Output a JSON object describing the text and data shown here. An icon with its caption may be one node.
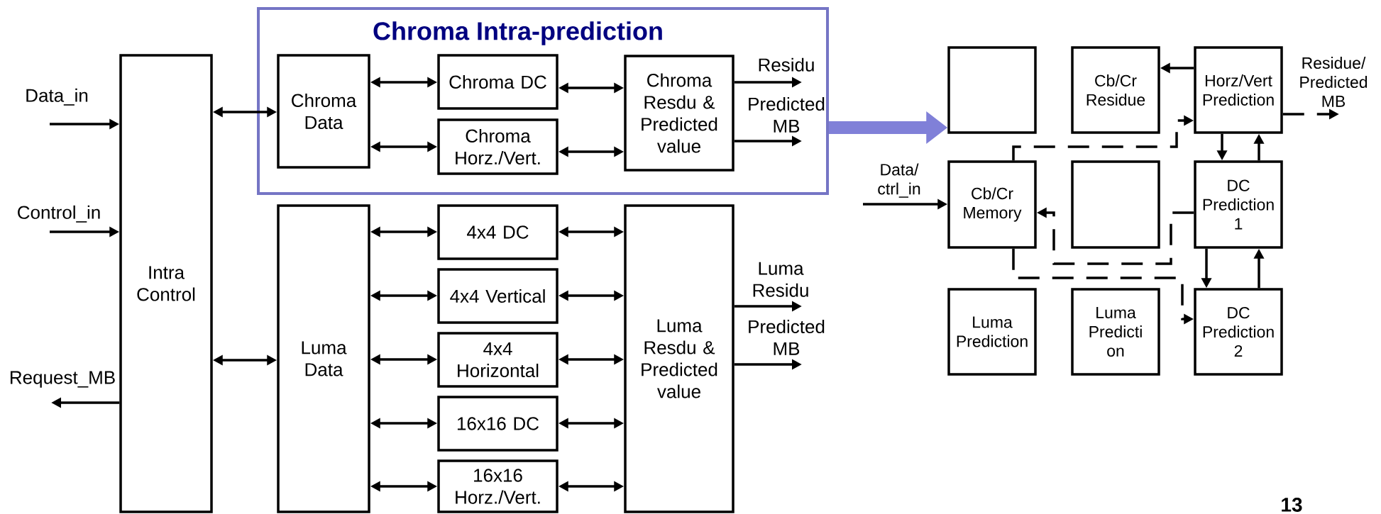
{
  "diagram": {
    "nodes": [
      {
        "text": [
          "Intra Control"
        ]
      },
      {
        "text": [
          "Chroma Intra-prediction"
        ]
      },
      {
        "text": [
          "Chroma Data"
        ],
        "in": 1
      },
      {
        "text": [
          "Chroma DC"
        ],
        "in": 1
      },
      {
        "text": [
          "Chroma Horz./Vert."
        ],
        "in": 1
      },
      {
        "text": [
          "Chroma Resdu & Predicted value"
        ],
        "in": 1
      },
      {
        "text": [
          "Luma Data"
        ]
      },
      {
        "text": [
          "4x4 DC"
        ]
      },
      {
        "text": [
          "4x4 Vertical"
        ]
      },
      {
        "text": [
          "4x4 Horizontal"
        ]
      },
      {
        "text": [
          "16x16 DC"
        ]
      },
      {
        "text": [
          "16x16 Horz./Vert."
        ]
      },
      {
        "text": [
          "Luma Resdu & Predicted value"
        ]
      },
      {
        "text": [],
        "shape": "box"
      },
      {
        "text": [
          "Cb/Cr Residue"
        ]
      },
      {
        "text": [
          "Horz/Vert Prediction"
        ]
      },
      {
        "text": [
          "Cb/Cr Memory"
        ]
      },
      {
        "text": [],
        "shape": "box"
      },
      {
        "text": [
          "DC Prediction 1"
        ]
      },
      {
        "text": [
          "Luma Prediction"
        ]
      },
      {
        "text": [
          "Luma Predicti on"
        ]
      },
      {
        "text": [
          "DC Prediction 2"
        ]
      }
    ],
    "edges": [
      {
        "from": null,
        "to": 0,
        "arrow": "to",
        "label": "Data_in"
      },
      {
        "from": null,
        "to": 0,
        "arrow": "to",
        "label": "Control_in"
      },
      {
        "from": 0,
        "to": null,
        "arrow": "to",
        "label": "Request_MB"
      },
      {
        "from": 0,
        "to": 2,
        "arrow": "both"
      },
      {
        "from": 2,
        "to": 3,
        "arrow": "both"
      },
      {
        "from": 2,
        "to": 4,
        "arrow": "both"
      },
      {
        "from": 3,
        "to": 5,
        "arrow": "both"
      },
      {
        "from": 4,
        "to": 5,
        "arrow": "both"
      },
      {
        "from": 5,
        "to": null,
        "arrow": "to",
        "label": "Residu"
      },
      {
        "from": 5,
        "to": null,
        "arrow": "to",
        "label": "Predicted MB"
      },
      {
        "from": 0,
        "to": 6,
        "arrow": "both"
      },
      {
        "from": 6,
        "to": 7,
        "arrow": "both"
      },
      {
        "from": 6,
        "to": 8,
        "arrow": "both"
      },
      {
        "from": 6,
        "to": 9,
        "arrow": "both"
      },
      {
        "from": 6,
        "to": 10,
        "arrow": "both"
      },
      {
        "from": 6,
        "to": 11,
        "arrow": "both"
      },
      {
        "from": 7,
        "to": 12,
        "arrow": "both"
      },
      {
        "from": 8,
        "to": 12,
        "arrow": "both"
      },
      {
        "from": 9,
        "to": 12,
        "arrow": "both"
      },
      {
        "from": 10,
        "to": 12,
        "arrow": "both"
      },
      {
        "from": 11,
        "to": 12,
        "arrow": "both"
      },
      {
        "from": 12,
        "to": null,
        "arrow": "to",
        "label": "Luma Residu"
      },
      {
        "from": 12,
        "to": null,
        "arrow": "to",
        "label": "Predicted MB"
      },
      {
        "from": 1,
        "to": 13,
        "arrow": "to",
        "style": "thick",
        "color": "#8080d8"
      },
      {
        "from": null,
        "to": 16,
        "arrow": "to",
        "label": "Data/ ctrl_in"
      },
      {
        "from": 15,
        "to": 14,
        "arrow": "to"
      },
      {
        "from": 16,
        "to": 15,
        "arrow": "to",
        "style": "dashed"
      },
      {
        "from": 15,
        "to": null,
        "arrow": "to",
        "style": "dashed",
        "label": "Residue/ Predicted MB"
      },
      {
        "from": 15,
        "to": 18,
        "arrow": "to"
      },
      {
        "from": 18,
        "to": 15,
        "arrow": "to"
      },
      {
        "from": 18,
        "to": 16,
        "arrow": "to",
        "style": "dashed"
      },
      {
        "from": 18,
        "to": 21,
        "arrow": "to"
      },
      {
        "from": 21,
        "to": 18,
        "arrow": "to"
      },
      {
        "from": 16,
        "to": 21,
        "arrow": "to",
        "style": "dashed"
      }
    ],
    "labels": [
      "13"
    ]
  }
}
